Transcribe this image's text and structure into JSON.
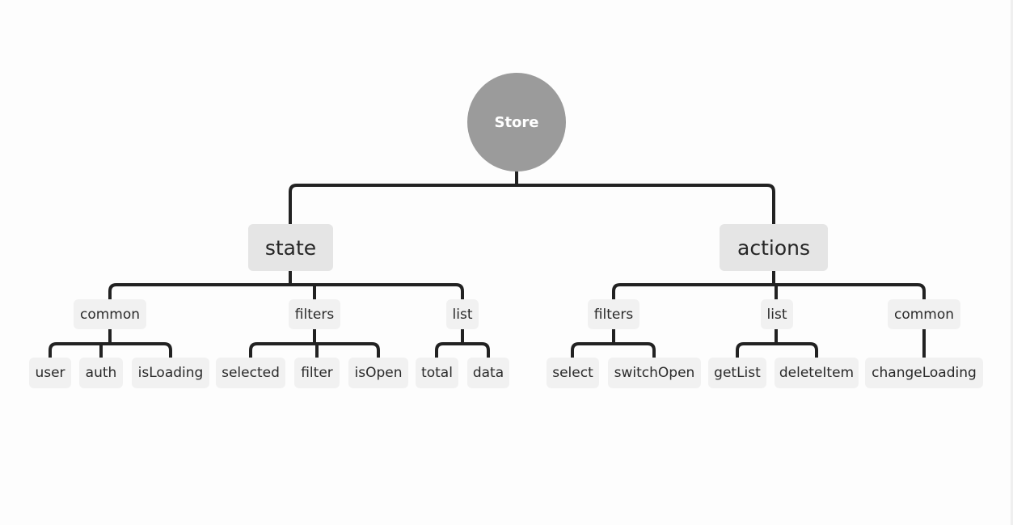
{
  "root": {
    "label": "Store"
  },
  "state": {
    "label": "state",
    "common": {
      "label": "common",
      "children": [
        "user",
        "auth",
        "isLoading"
      ]
    },
    "filters": {
      "label": "filters",
      "children": [
        "selected",
        "filter",
        "isOpen"
      ]
    },
    "list": {
      "label": "list",
      "children": [
        "total",
        "data"
      ]
    }
  },
  "actions": {
    "label": "actions",
    "filters": {
      "label": "filters",
      "children": [
        "select",
        "switchOpen"
      ]
    },
    "list": {
      "label": "list",
      "children": [
        "getList",
        "deleteItem"
      ]
    },
    "common": {
      "label": "common",
      "children": [
        "changeLoading"
      ]
    }
  },
  "colors": {
    "root_fill": "#9b9b9b",
    "branch_fill": "#e5e5e5",
    "node_fill": "#f1f1f1",
    "connector": "#222222",
    "background": "#fdfdfd"
  }
}
